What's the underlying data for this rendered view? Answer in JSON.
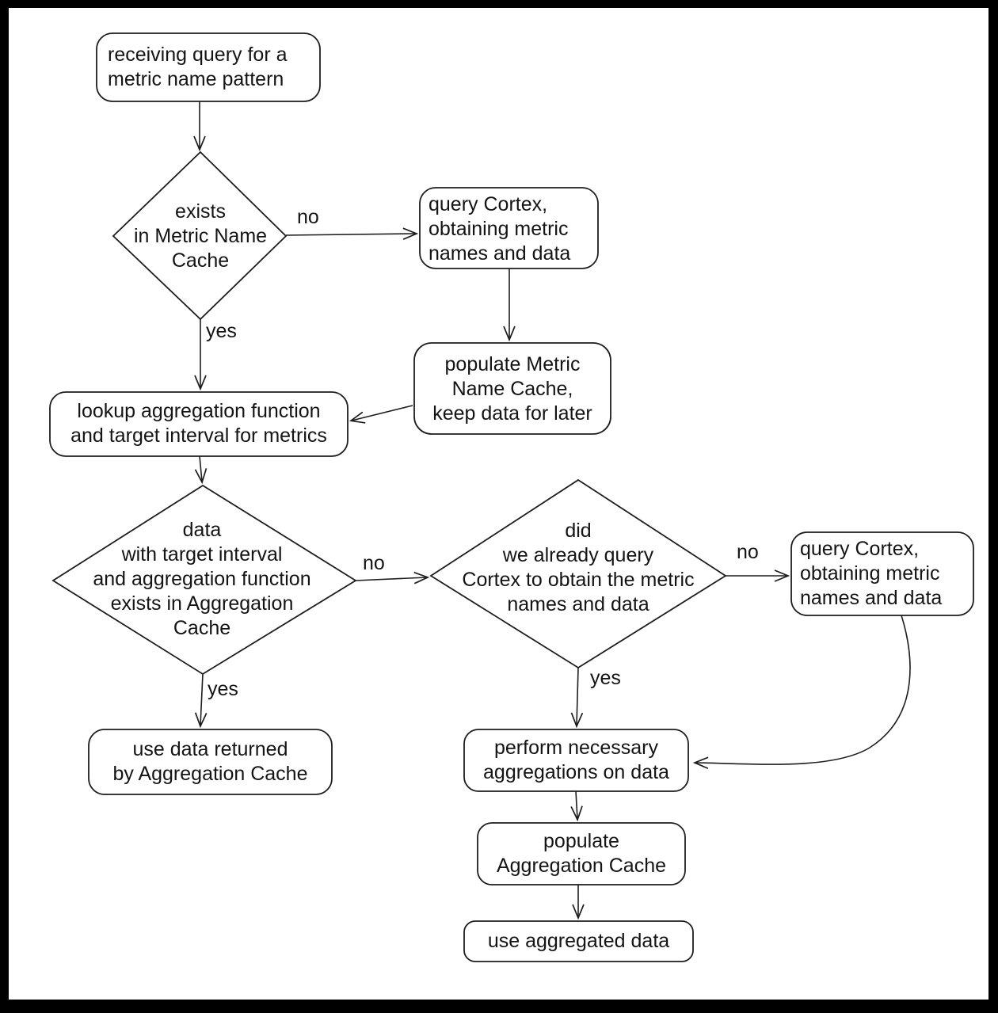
{
  "diagram": {
    "title": "metric query caching flowchart",
    "colors": {
      "stroke": "#1d1d1d",
      "background": "#ffffff",
      "frame": "#000000"
    },
    "nodes": {
      "receive_query": {
        "label": "receiving query for a\nmetric name pattern"
      },
      "exists_metric_name_cache": {
        "label": "exists\nin Metric Name\nCache"
      },
      "query_cortex_top": {
        "label": "query Cortex,\nobtaining metric\nnames and data"
      },
      "populate_metric_name_cache": {
        "label": "populate Metric\nName Cache,\nkeep data for later"
      },
      "lookup_aggregation": {
        "label": "lookup aggregation function\nand target interval for metrics"
      },
      "data_in_aggregation_cache": {
        "label": "data\nwith target interval\nand aggregation function\nexists in Aggregation\nCache"
      },
      "already_queried_cortex": {
        "label": "did\nwe already query\nCortex to obtain the metric\nnames and data"
      },
      "query_cortex_right": {
        "label": "query Cortex,\nobtaining metric\nnames and data"
      },
      "use_data_aggregation_cache": {
        "label": "use data returned\nby Aggregation Cache"
      },
      "perform_aggregations": {
        "label": "perform necessary\naggregations on data"
      },
      "populate_aggregation_cache": {
        "label": "populate\nAggregation Cache"
      },
      "use_aggregated_data": {
        "label": "use aggregated data"
      }
    },
    "edge_labels": {
      "d1_no": "no",
      "d1_yes": "yes",
      "d2_no": "no",
      "d2_yes": "yes",
      "d3_no": "no",
      "d3_yes": "yes"
    }
  }
}
